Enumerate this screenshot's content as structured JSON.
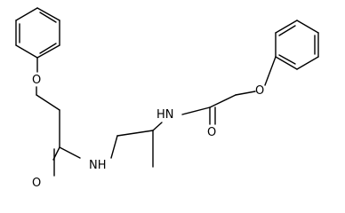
{
  "diagram": {
    "kind": "chemical-structure",
    "atom_labels": {
      "o_ether_left": "O",
      "o_carbonyl_left": "O",
      "nh_left": "NH",
      "nh_right": "HN",
      "o_carbonyl_right": "O",
      "o_ether_right": "O"
    },
    "colors": {
      "bond": "#000000",
      "label": "#000000",
      "background": "#ffffff"
    }
  }
}
